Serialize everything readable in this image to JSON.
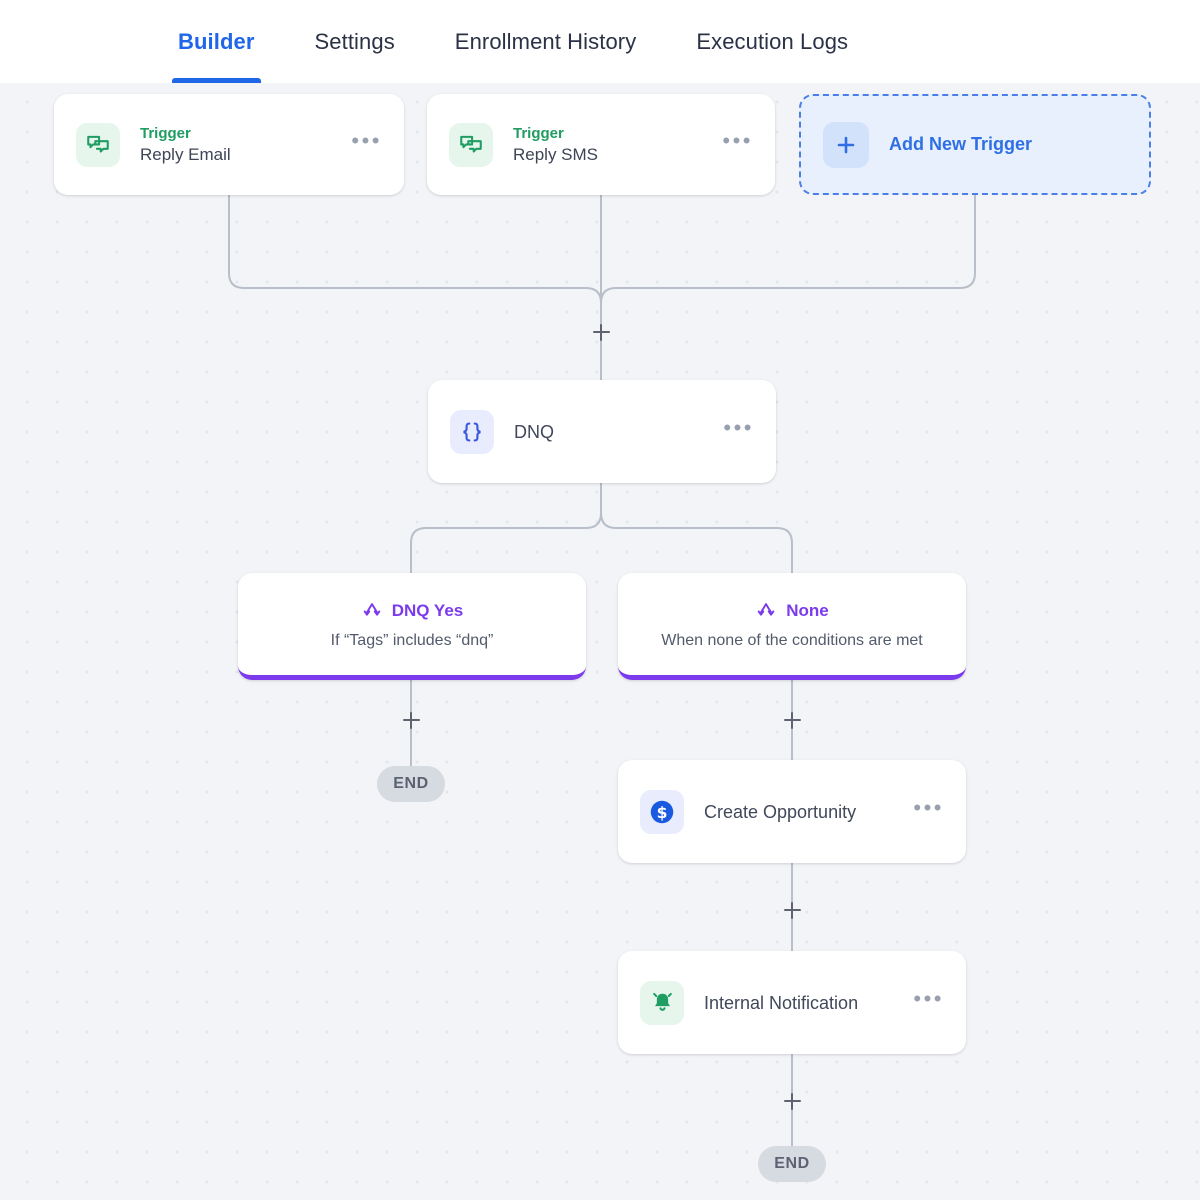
{
  "tabs": [
    {
      "label": "Builder",
      "active": true
    },
    {
      "label": "Settings",
      "active": false
    },
    {
      "label": "Enrollment History",
      "active": false
    },
    {
      "label": "Execution Logs",
      "active": false
    }
  ],
  "colors": {
    "accent_blue": "#1f67e8",
    "branch_purple": "#7c3aed",
    "trigger_green": "#1f9d62",
    "canvas_bg": "#f2f4f7",
    "end_pill": "#d6dae1"
  },
  "nodes": {
    "trigger_email": {
      "kicker": "Trigger",
      "title": "Reply Email",
      "icon": "chat-bubbles-icon",
      "menu": "•••"
    },
    "trigger_sms": {
      "kicker": "Trigger",
      "title": "Reply SMS",
      "icon": "chat-bubbles-icon",
      "menu": "•••"
    },
    "add_trigger": {
      "label": "Add New Trigger",
      "icon": "plus-icon"
    },
    "dnq": {
      "title": "DNQ",
      "icon": "curly-braces-icon",
      "menu": "•••"
    },
    "branch_dnq_yes": {
      "label": "DNQ Yes",
      "condition": "If “Tags” includes “dnq”",
      "icon": "branch-fork-icon"
    },
    "branch_none": {
      "label": "None",
      "condition": "When none of the conditions are met",
      "icon": "branch-fork-icon"
    },
    "create_opportunity": {
      "title": "Create Opportunity",
      "icon": "dollar-coin-icon",
      "menu": "•••"
    },
    "internal_notification": {
      "title": "Internal Notification",
      "icon": "bell-icon",
      "menu": "•••"
    },
    "end_left": {
      "label": "END"
    },
    "end_right": {
      "label": "END"
    }
  }
}
